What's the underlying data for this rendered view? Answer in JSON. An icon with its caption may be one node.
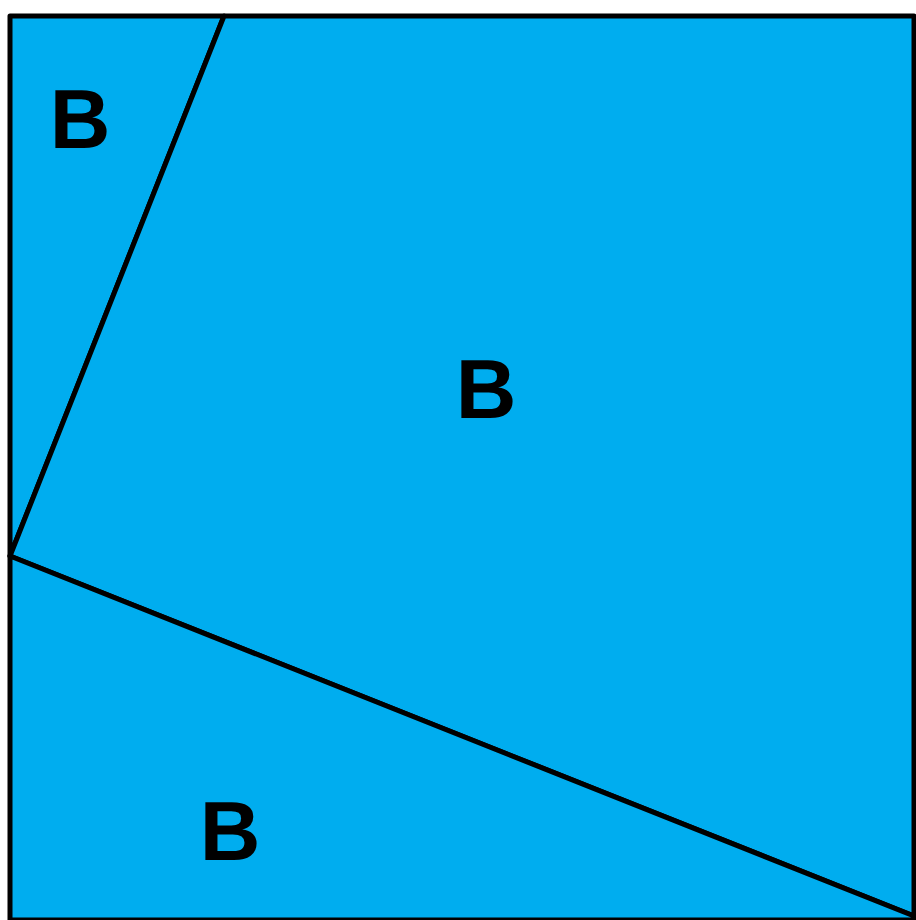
{
  "diagram": {
    "nodes": [
      {
        "text": [
          "B"
        ]
      },
      {
        "text": [
          "B"
        ]
      },
      {
        "text": [
          "B"
        ]
      }
    ]
  }
}
